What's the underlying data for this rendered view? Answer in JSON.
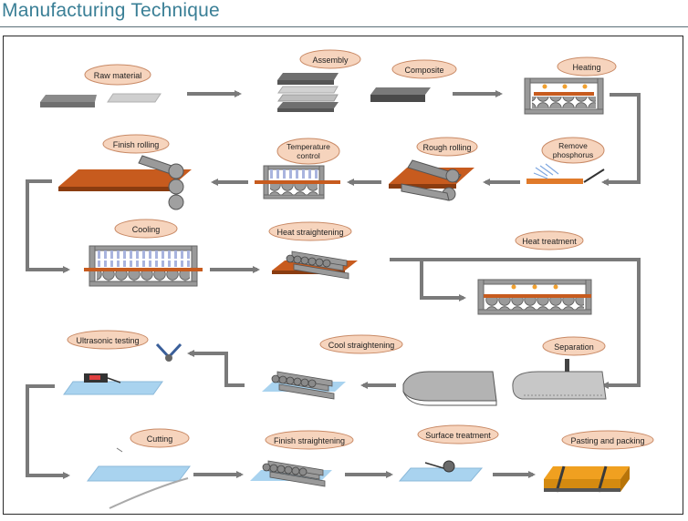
{
  "header": {
    "title": "Manufacturing Technique"
  },
  "colors": {
    "title": "#3a7f96",
    "label_fill": "#f6d4bd",
    "label_stroke": "#c98a66",
    "arrow": "#7a7a7a",
    "steel": "#c75b1e",
    "plate_blue": "#a9d3ef"
  },
  "steps": {
    "raw_material": "Raw material",
    "assembly": "Assembly",
    "composite": "Composite",
    "heating": "Heating",
    "finish_rolling": "Finish rolling",
    "temperature_control_1": "Temperature",
    "temperature_control_2": "control",
    "rough_rolling": "Rough rolling",
    "remove_phosphorus_1": "Remove",
    "remove_phosphorus_2": "phosphorus",
    "cooling": "Cooling",
    "heat_straightening": "Heat straightening",
    "heat_treatment": "Heat treatment",
    "ultrasonic_testing": "Ultrasonic testing",
    "cool_straightening": "Cool straightening",
    "separation": "Separation",
    "cutting": "Cutting",
    "finish_straightening": "Finish straightening",
    "surface_treatment": "Surface treatment",
    "pasting_and_packing": "Pasting and packing"
  }
}
